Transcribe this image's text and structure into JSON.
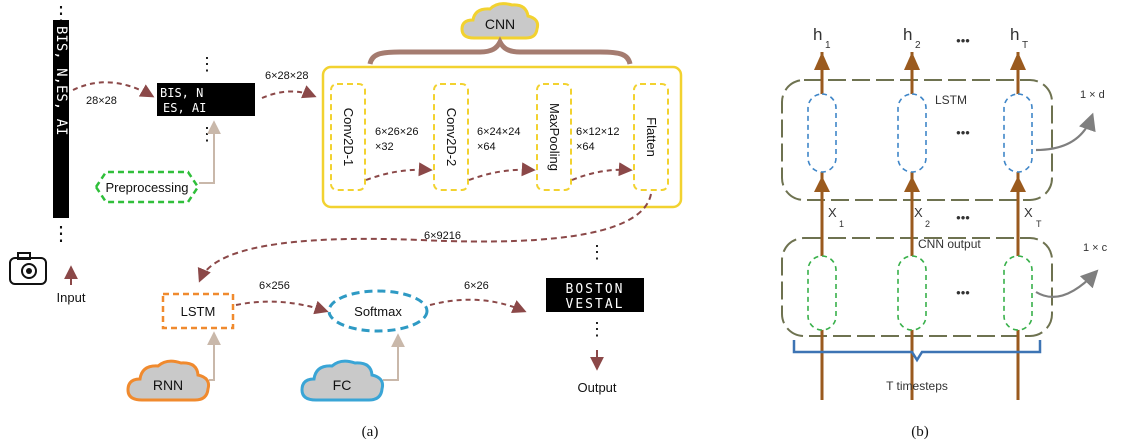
{
  "panel_a": {
    "input_strip_text": "BIS, N,ES, AI",
    "input_size": "28×28",
    "preprocessed_top": "BIS, N",
    "preprocessed_bottom": "ES, AI",
    "preprocessing": "Preprocessing",
    "input_label": "Input",
    "cnn_cloud": "CNN",
    "cnn_input_size": "6×28×28",
    "conv1": "Conv2D-1",
    "conv1_out_line1": "6×26×26",
    "conv1_out_line2": "×32",
    "conv2": "Conv2D-2",
    "conv2_out_line1": "6×24×24",
    "conv2_out_line2": "×64",
    "maxpool": "MaxPooling",
    "maxpool_out_line1": "6×12×12",
    "maxpool_out_line2": "×64",
    "flatten": "Flatten",
    "flatten_out": "6×9216",
    "lstm": "LSTM",
    "lstm_out": "6×256",
    "softmax": "Softmax",
    "softmax_out": "6×26",
    "rnn_cloud": "RNN",
    "fc_cloud": "FC",
    "output_word1": "BOSTON",
    "output_word2": "VESTAL",
    "output_label": "Output",
    "vdots": "⋮",
    "caption": "(a)",
    "colors": {
      "arrow": "#8B4848",
      "cnn_frame": "#F2D230",
      "preprocessing": "#2FBF3A",
      "lstm": "#F08A2E",
      "softmax": "#2E9AC4",
      "cnn_cloud_fill": "#C9C9C9",
      "rnn_cloud_stroke": "#F08A2E",
      "fc_cloud_stroke": "#3AA5D6",
      "gray_arrow": "#C9B8AA"
    }
  },
  "panel_b": {
    "outputs": [
      "h",
      "h",
      "h"
    ],
    "output_subs": [
      "1",
      "2",
      "T"
    ],
    "inputs": [
      "X",
      "X",
      "X"
    ],
    "input_subs": [
      "1",
      "2",
      "T"
    ],
    "dots": "•••",
    "lstm_label": "LSTM",
    "cnn_output_label": "CNN output",
    "lstm_dim": "1 × d",
    "cnn_dim": "1 × c",
    "timesteps": "T timesteps",
    "caption": "(b)",
    "colors": {
      "arrow": "#9A5A1E",
      "frame": "#6E7250",
      "lstm_cell": "#3F86C8",
      "cnn_cell": "#38B04A",
      "brace": "#3D74B4",
      "gray_arrow": "#7F7F7F"
    }
  }
}
